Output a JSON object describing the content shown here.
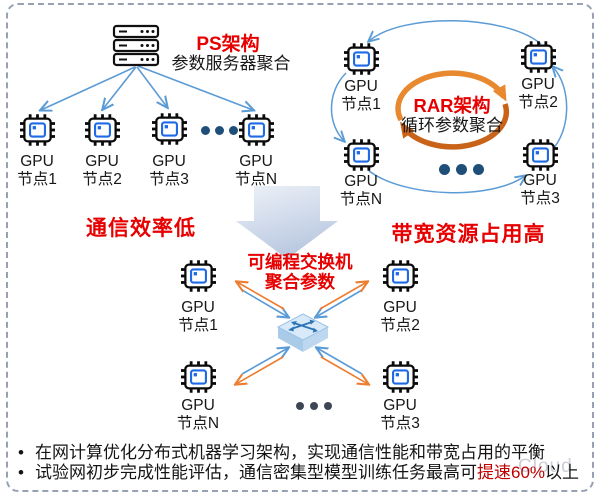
{
  "ps": {
    "title": "PS架构",
    "subtitle": "参数服务器聚合",
    "caption": "通信效率低",
    "nodes": [
      {
        "label": "GPU\n节点1"
      },
      {
        "label": "GPU\n节点2"
      },
      {
        "label": "GPU\n节点3"
      },
      {
        "label": "GPU\n节点N"
      }
    ]
  },
  "rar": {
    "title": "RAR架构",
    "subtitle": "循环参数聚合",
    "caption": "带宽资源占用高",
    "nodes": [
      {
        "label": "GPU\n节点1"
      },
      {
        "label": "GPU\n节点2"
      },
      {
        "label": "GPU\n节点3"
      },
      {
        "label": "GPU\n节点N"
      }
    ]
  },
  "switch_arch": {
    "title": "可编程交换机\n聚合参数",
    "nodes": [
      {
        "label": "GPU\n节点1"
      },
      {
        "label": "GPU\n节点2"
      },
      {
        "label": "GPU\n节点3"
      },
      {
        "label": "GPU\n节点N"
      }
    ]
  },
  "bullets": [
    {
      "marker": "•",
      "pre": "在网计算优化分布式机器学习架构，实现通信性能和带宽占用的平衡",
      "red": "",
      "post": ""
    },
    {
      "marker": "•",
      "pre": "试验网初步完成性能评估，通信密集型模型训练任务最高可",
      "red": "提速60%",
      "post": "以上"
    }
  ],
  "watermark": "Cloud",
  "colors": {
    "title_red": "#e60000",
    "highlight_red": "#c00000",
    "arrow_blue": "#5b9bd5",
    "arrow_orange": "#ed7d31",
    "chip_blue": "#1e6ae6",
    "dots_blue": "#1f4e79",
    "swirl_orange_light": "#e8882f",
    "swirl_orange_dark": "#c96318"
  }
}
